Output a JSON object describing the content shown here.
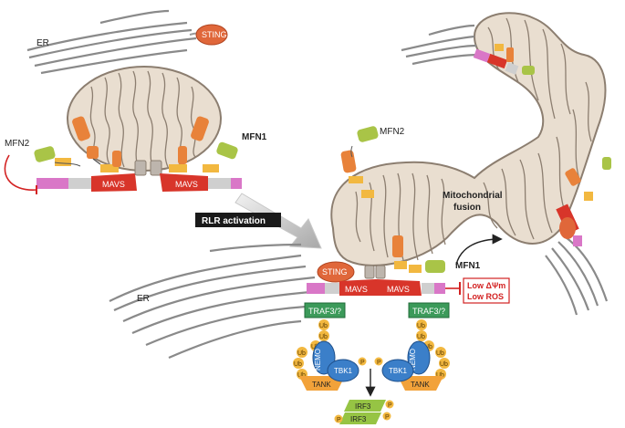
{
  "labels": {
    "er_top": "ER",
    "er_bottom": "ER",
    "sting_top": "STING",
    "sting_bottom": "STING",
    "mfn2_left": "MFN2",
    "mfn1_top": "MFN1",
    "mavs": "MAVS",
    "mfn2_right": "MFN2",
    "mito_fusion": "Mitochondrial fusion",
    "mfn1_bottom": "MFN1",
    "rlr_activation": "RLR activation",
    "traf": "TRAF3/?",
    "ub": "Ub",
    "nemo": "NEMO",
    "tbk1": "TBK1",
    "tank": "TANK",
    "p": "P",
    "irf3": "IRF3",
    "low_dpsi": "Low ΔΨm",
    "low_ros": "Low ROS"
  },
  "colors": {
    "mito_fill": "#e9ded0",
    "mito_stroke": "#8c7e70",
    "er": "#8a8a8a",
    "sting": "#e0673a",
    "mavs": "#d8352a",
    "mfn_green": "#a9c447",
    "mfn_orange": "#e8823a",
    "mfn_yellow": "#f2b840",
    "pink": "#d977c7",
    "traf": "#3c9a5a",
    "nemo": "#3b7fc9",
    "tank": "#f2a23a",
    "irf3": "#96c444",
    "inhibit": "#d32222",
    "rlr_box": "#1a1a1a"
  }
}
